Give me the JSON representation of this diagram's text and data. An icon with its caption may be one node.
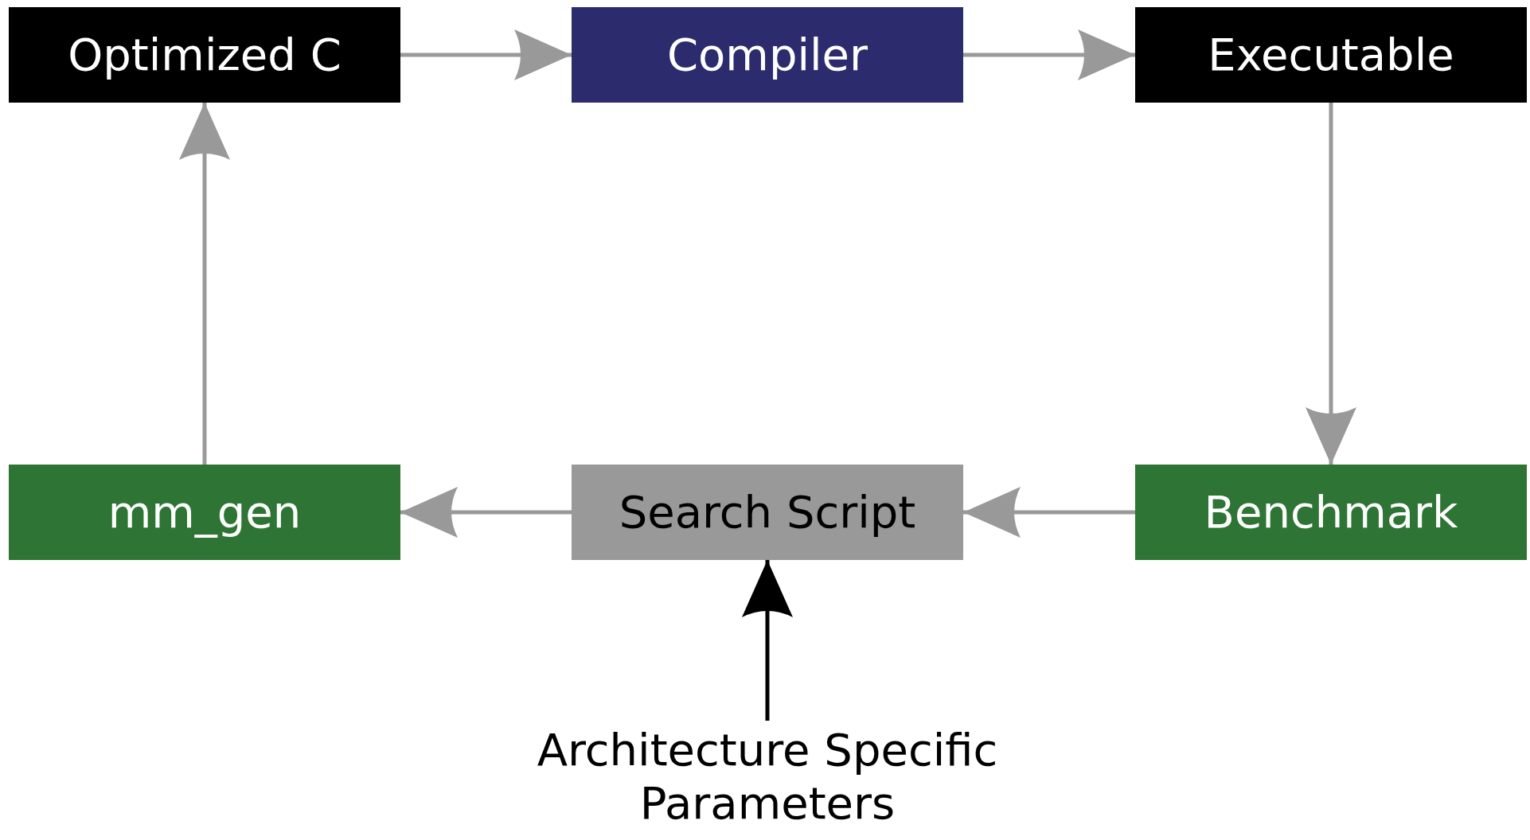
{
  "diagram": {
    "nodes": [
      {
        "text": [
          "Optimized C"
        ]
      },
      {
        "text": [
          "Compiler"
        ]
      },
      {
        "text": [
          "Executable"
        ]
      },
      {
        "text": [
          "mm_gen"
        ]
      },
      {
        "text": [
          "Search Script"
        ]
      },
      {
        "text": [
          "Benchmark"
        ]
      },
      {
        "text": [
          "Architecture Specific Parameters"
        ]
      }
    ],
    "edges": [
      {
        "from": 0,
        "to": 1,
        "arrow": "to"
      },
      {
        "from": 1,
        "to": 2,
        "arrow": "to"
      },
      {
        "from": 2,
        "to": 5,
        "arrow": "to"
      },
      {
        "from": 5,
        "to": 4,
        "arrow": "to"
      },
      {
        "from": 4,
        "to": 3,
        "arrow": "to"
      },
      {
        "from": 3,
        "to": 0,
        "arrow": "to"
      },
      {
        "from": 6,
        "to": 4,
        "arrow": "to",
        "color": "#000000"
      }
    ]
  }
}
